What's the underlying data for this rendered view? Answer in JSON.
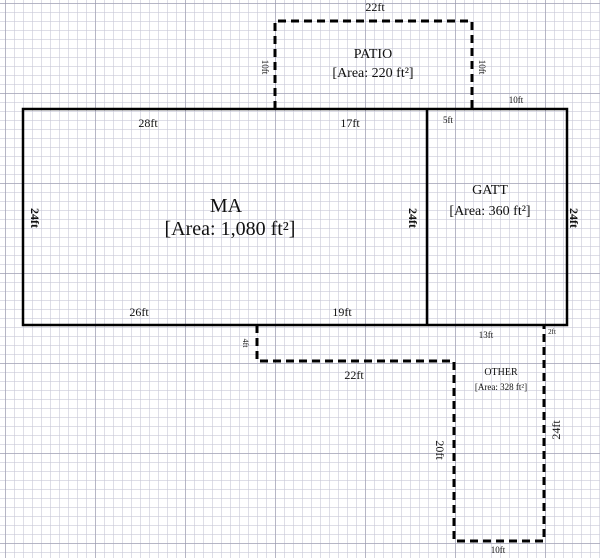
{
  "rooms": {
    "main": {
      "name": "MA",
      "area": "[Area: 1,080 ft²]"
    },
    "gatt": {
      "name": "GATT",
      "area": "[Area: 360 ft²]"
    },
    "patio": {
      "name": "PATIO",
      "area": "[Area: 220 ft²]"
    },
    "other": {
      "name": "OTHER",
      "area": "[Area: 328 ft²]"
    }
  },
  "dimensions": {
    "patio_top": "22ft",
    "patio_left": "10ft",
    "patio_right": "10ft",
    "gatt_top_right": "10ft",
    "main_top_left": "28ft",
    "main_top_right": "17ft",
    "gatt_top_left": "5ft",
    "main_left": "24ft",
    "main_right": "24ft",
    "gatt_right": "24ft",
    "main_bottom_left": "26ft",
    "main_bottom_right": "19ft",
    "other_left_small": "4ft",
    "other_top": "22ft",
    "other_top_right": "13ft",
    "other_corner": "2ft",
    "other_inner_vertical": "20ft",
    "other_right": "24ft",
    "other_bottom": "10ft"
  }
}
